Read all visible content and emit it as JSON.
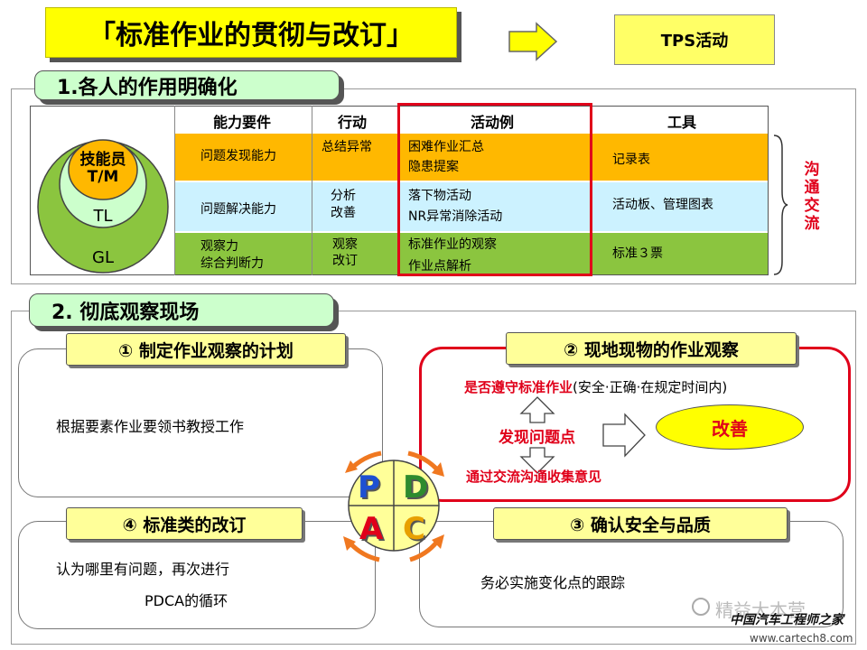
{
  "title": "「标准作业的贯彻与改订」",
  "tps": "TPS活动",
  "section1": {
    "header": "1.各人的作用明确化",
    "columns": [
      "能力要件",
      "行动",
      "活动例",
      "工具"
    ],
    "rows": [
      {
        "ability": "问题发现能力",
        "action": "总结异常",
        "example": [
          "困难作业汇总",
          "隐患提案"
        ],
        "tool": "记录表"
      },
      {
        "ability": "问题解决能力",
        "action": [
          "分析",
          "改善"
        ],
        "example": [
          "落下物活动",
          "NR异常消除活动"
        ],
        "tool": "活动板、管理图表"
      },
      {
        "ability": [
          "观察力",
          "综合判断力"
        ],
        "action": [
          "观察",
          "改订"
        ],
        "example": [
          "标准作业的观察",
          "作业点解析"
        ],
        "tool": "标准３票"
      }
    ],
    "circles": {
      "tm": [
        "技能员",
        "T/M"
      ],
      "tl": "TL",
      "gl": "GL"
    },
    "side": [
      "沟",
      "通",
      "交",
      "流"
    ],
    "colors": {
      "orange": "#ffb800",
      "blue": "#ccf2ff",
      "green": "#8bc53f",
      "highlight": "#e0001a"
    }
  },
  "section2": {
    "header": "2. 彻底观察现场",
    "q1": {
      "title": "① 制定作业观察的计划",
      "body": "根据要素作业要领书教授工作"
    },
    "q2": {
      "title": "② 现地现物的作业观察",
      "line1": "是否遵守标准作业",
      "line1b": "(安全·正确·在规定时间内)",
      "find": "发现问题点",
      "improve": "改善",
      "collect": "通过交流沟通收集意见"
    },
    "q3": {
      "title": "③ 确认安全与品质",
      "body": "务必实施变化点的跟踪"
    },
    "q4": {
      "title": "④ 标准类的改订",
      "body1": "认为哪里有问题，再次进行",
      "body2": "PDCA的循环"
    },
    "pdca": {
      "p": "P",
      "d": "D",
      "a": "A",
      "c": "C"
    }
  },
  "watermark": {
    "brand": "精益大本营",
    "site": "中国汽车工程师之家",
    "url": "www.cartech8.com"
  }
}
